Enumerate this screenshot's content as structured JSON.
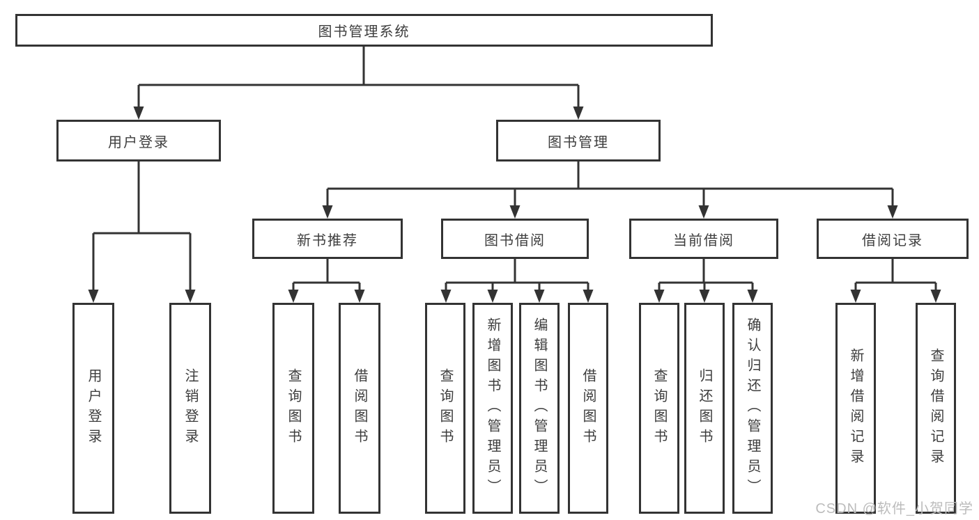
{
  "watermark": "CSDN @软件_小贺同学",
  "diagram": {
    "root": "图书管理系统",
    "level2": [
      "用户登录",
      "图书管理"
    ],
    "level3": [
      "新书推荐",
      "图书借阅",
      "当前借阅",
      "借阅记录"
    ],
    "leaves": {
      "user_login": [
        "用户登录",
        "注销登录"
      ],
      "new_books": [
        "查询图书",
        "借阅图书"
      ],
      "book_borrow": [
        "查询图书",
        "新增图书（管理员）",
        "编辑图书（管理员）",
        "借阅图书"
      ],
      "current_borrow": [
        "查询图书",
        "归还图书",
        "确认归还（管理员）"
      ],
      "borrow_records": [
        "新增借阅记录",
        "查询借阅记录"
      ]
    }
  }
}
